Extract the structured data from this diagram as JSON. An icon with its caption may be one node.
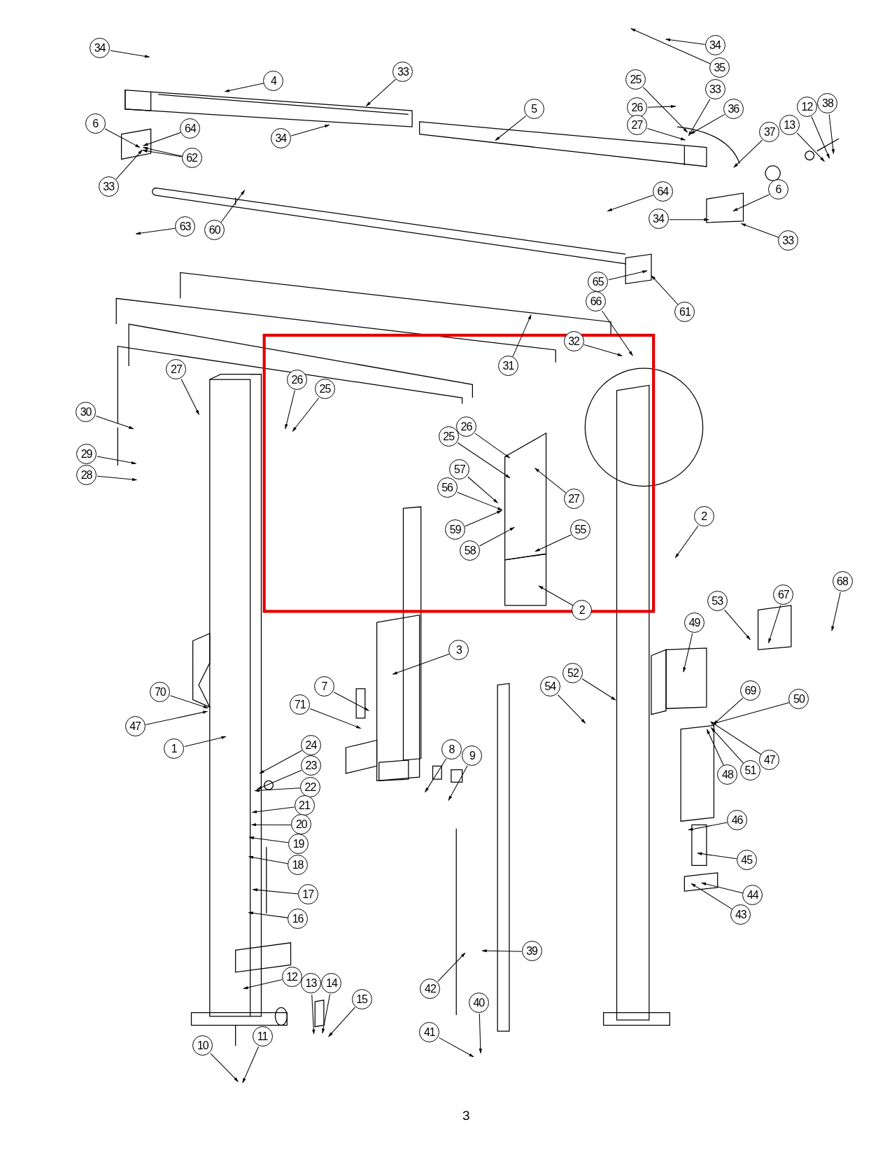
{
  "diagram": {
    "nodes": [
      {
        "text": [
          "34"
        ]
      },
      {
        "text": [
          "4"
        ]
      },
      {
        "text": [
          "33"
        ]
      },
      {
        "text": [
          "25"
        ]
      },
      {
        "text": [
          "34"
        ]
      },
      {
        "text": [
          "35"
        ]
      },
      {
        "text": [
          "33"
        ]
      },
      {
        "text": [
          "6"
        ]
      },
      {
        "text": [
          "64"
        ]
      },
      {
        "text": [
          "62"
        ]
      },
      {
        "text": [
          "26"
        ]
      },
      {
        "text": [
          "5"
        ]
      },
      {
        "text": [
          "36"
        ]
      },
      {
        "text": [
          "34"
        ]
      },
      {
        "text": [
          "27"
        ]
      },
      {
        "text": [
          "37"
        ]
      },
      {
        "text": [
          "13"
        ]
      },
      {
        "text": [
          "12"
        ]
      },
      {
        "text": [
          "38"
        ]
      },
      {
        "text": [
          "33"
        ]
      },
      {
        "text": [
          "64"
        ]
      },
      {
        "text": [
          "6"
        ]
      },
      {
        "text": [
          "63"
        ]
      },
      {
        "text": [
          "60"
        ]
      },
      {
        "text": [
          "34"
        ]
      },
      {
        "text": [
          "33"
        ]
      },
      {
        "text": [
          "65"
        ]
      },
      {
        "text": [
          "66"
        ]
      },
      {
        "text": [
          "61"
        ]
      },
      {
        "text": [
          "32"
        ]
      },
      {
        "text": [
          "31"
        ]
      },
      {
        "text": [
          "27"
        ]
      },
      {
        "text": [
          "26"
        ]
      },
      {
        "text": [
          "25"
        ]
      },
      {
        "text": [
          "30"
        ]
      },
      {
        "text": [
          "26"
        ]
      },
      {
        "text": [
          "25"
        ]
      },
      {
        "text": [
          "29"
        ]
      },
      {
        "text": [
          "28"
        ]
      },
      {
        "text": [
          "57"
        ]
      },
      {
        "text": [
          "56"
        ]
      },
      {
        "text": [
          "27"
        ]
      },
      {
        "text": [
          "2"
        ]
      },
      {
        "text": [
          "59"
        ]
      },
      {
        "text": [
          "55"
        ]
      },
      {
        "text": [
          "58"
        ]
      },
      {
        "text": [
          "2"
        ]
      },
      {
        "text": [
          "53"
        ]
      },
      {
        "text": [
          "67"
        ]
      },
      {
        "text": [
          "68"
        ]
      },
      {
        "text": [
          "49"
        ]
      },
      {
        "text": [
          "3"
        ]
      },
      {
        "text": [
          "52"
        ]
      },
      {
        "text": [
          "54"
        ]
      },
      {
        "text": [
          "69"
        ]
      },
      {
        "text": [
          "70"
        ]
      },
      {
        "text": [
          "7"
        ]
      },
      {
        "text": [
          "50"
        ]
      },
      {
        "text": [
          "71"
        ]
      },
      {
        "text": [
          "47"
        ]
      },
      {
        "text": [
          "47"
        ]
      },
      {
        "text": [
          "1"
        ]
      },
      {
        "text": [
          "48"
        ]
      },
      {
        "text": [
          "51"
        ]
      },
      {
        "text": [
          "8"
        ]
      },
      {
        "text": [
          "9"
        ]
      },
      {
        "text": [
          "24"
        ]
      },
      {
        "text": [
          "23"
        ]
      },
      {
        "text": [
          "22"
        ]
      },
      {
        "text": [
          "21"
        ]
      },
      {
        "text": [
          "20"
        ]
      },
      {
        "text": [
          "19"
        ]
      },
      {
        "text": [
          "46"
        ]
      },
      {
        "text": [
          "18"
        ]
      },
      {
        "text": [
          "45"
        ]
      },
      {
        "text": [
          "17"
        ]
      },
      {
        "text": [
          "44"
        ]
      },
      {
        "text": [
          "16"
        ]
      },
      {
        "text": [
          "43"
        ]
      },
      {
        "text": [
          "39"
        ]
      },
      {
        "text": [
          "12"
        ]
      },
      {
        "text": [
          "13"
        ]
      },
      {
        "text": [
          "14"
        ]
      },
      {
        "text": [
          "15"
        ]
      },
      {
        "text": [
          "42"
        ]
      },
      {
        "text": [
          "40"
        ]
      },
      {
        "text": [
          "11"
        ]
      },
      {
        "text": [
          "41"
        ]
      },
      {
        "text": [
          "10"
        ]
      }
    ],
    "edges": [
      {
        "from": 0,
        "to": null,
        "arrow": "to"
      },
      {
        "from": 1,
        "to": null,
        "arrow": "to"
      },
      {
        "from": 2,
        "to": null,
        "arrow": "to"
      },
      {
        "from": 3,
        "to": null,
        "arrow": "to"
      },
      {
        "from": 4,
        "to": null,
        "arrow": "to"
      },
      {
        "from": 5,
        "to": null,
        "arrow": "to"
      },
      {
        "from": 6,
        "to": null,
        "arrow": "to"
      },
      {
        "from": 7,
        "to": null,
        "arrow": "to"
      },
      {
        "from": 8,
        "to": null,
        "arrow": "to"
      },
      {
        "from": 9,
        "to": null,
        "arrow": "to"
      },
      {
        "from": 10,
        "to": null,
        "arrow": "to"
      },
      {
        "from": 11,
        "to": null,
        "arrow": "to"
      },
      {
        "from": 12,
        "to": null,
        "arrow": "to"
      },
      {
        "from": 13,
        "to": null,
        "arrow": "to"
      },
      {
        "from": 14,
        "to": null,
        "arrow": "to"
      },
      {
        "from": 15,
        "to": null,
        "arrow": "to"
      },
      {
        "from": 16,
        "to": null,
        "arrow": "to"
      },
      {
        "from": 17,
        "to": null,
        "arrow": "to"
      },
      {
        "from": 18,
        "to": null,
        "arrow": "to"
      },
      {
        "from": 19,
        "to": null,
        "arrow": "to"
      },
      {
        "from": 20,
        "to": null,
        "arrow": "to"
      },
      {
        "from": 21,
        "to": null,
        "arrow": "to"
      },
      {
        "from": 22,
        "to": null,
        "arrow": "to"
      },
      {
        "from": 23,
        "to": null,
        "arrow": "to"
      },
      {
        "from": 24,
        "to": null,
        "arrow": "to"
      },
      {
        "from": 25,
        "to": null,
        "arrow": "to"
      },
      {
        "from": 26,
        "to": null,
        "arrow": "to"
      },
      {
        "from": 27,
        "to": null,
        "arrow": "to"
      },
      {
        "from": 28,
        "to": null,
        "arrow": "to"
      },
      {
        "from": 29,
        "to": null,
        "arrow": "to"
      },
      {
        "from": 30,
        "to": null,
        "arrow": "to"
      },
      {
        "from": 31,
        "to": null,
        "arrow": "to"
      },
      {
        "from": 32,
        "to": null,
        "arrow": "to"
      },
      {
        "from": 33,
        "to": null,
        "arrow": "to"
      },
      {
        "from": 34,
        "to": null,
        "arrow": "to"
      },
      {
        "from": 35,
        "to": null,
        "arrow": "to"
      },
      {
        "from": 36,
        "to": null,
        "arrow": "to"
      },
      {
        "from": 37,
        "to": null,
        "arrow": "to"
      },
      {
        "from": 38,
        "to": null,
        "arrow": "to"
      },
      {
        "from": 39,
        "to": null,
        "arrow": "to"
      },
      {
        "from": 40,
        "to": null,
        "arrow": "to"
      },
      {
        "from": 41,
        "to": null,
        "arrow": "to"
      },
      {
        "from": 42,
        "to": null,
        "arrow": "to"
      },
      {
        "from": 43,
        "to": null,
        "arrow": "to"
      },
      {
        "from": 44,
        "to": null,
        "arrow": "to"
      },
      {
        "from": 45,
        "to": null,
        "arrow": "to"
      },
      {
        "from": 46,
        "to": null,
        "arrow": "to"
      },
      {
        "from": 47,
        "to": null,
        "arrow": "to"
      },
      {
        "from": 48,
        "to": null,
        "arrow": "to"
      },
      {
        "from": 49,
        "to": null,
        "arrow": "to"
      },
      {
        "from": 50,
        "to": null,
        "arrow": "to"
      },
      {
        "from": 51,
        "to": null,
        "arrow": "to"
      },
      {
        "from": 52,
        "to": null,
        "arrow": "to"
      },
      {
        "from": 53,
        "to": null,
        "arrow": "to"
      },
      {
        "from": 54,
        "to": null,
        "arrow": "to"
      },
      {
        "from": 55,
        "to": null,
        "arrow": "to"
      },
      {
        "from": 56,
        "to": null,
        "arrow": "to"
      },
      {
        "from": 57,
        "to": null,
        "arrow": "to"
      },
      {
        "from": 58,
        "to": null,
        "arrow": "to"
      },
      {
        "from": 59,
        "to": null,
        "arrow": "to"
      },
      {
        "from": 60,
        "to": null,
        "arrow": "to"
      },
      {
        "from": 61,
        "to": null,
        "arrow": "to"
      },
      {
        "from": 62,
        "to": null,
        "arrow": "to"
      },
      {
        "from": 63,
        "to": null,
        "arrow": "to"
      },
      {
        "from": 64,
        "to": null,
        "arrow": "to"
      },
      {
        "from": 65,
        "to": null,
        "arrow": "to"
      },
      {
        "from": 66,
        "to": null,
        "arrow": "to"
      },
      {
        "from": 67,
        "to": null,
        "arrow": "to"
      },
      {
        "from": 68,
        "to": null,
        "arrow": "to"
      },
      {
        "from": 69,
        "to": null,
        "arrow": "to"
      },
      {
        "from": 70,
        "to": null,
        "arrow": "to"
      },
      {
        "from": 71,
        "to": null,
        "arrow": "to"
      },
      {
        "from": 72,
        "to": null,
        "arrow": "to"
      },
      {
        "from": 73,
        "to": null,
        "arrow": "to"
      },
      {
        "from": 74,
        "to": null,
        "arrow": "to"
      },
      {
        "from": 75,
        "to": null,
        "arrow": "to"
      },
      {
        "from": 76,
        "to": null,
        "arrow": "to"
      },
      {
        "from": 77,
        "to": null,
        "arrow": "to"
      },
      {
        "from": 78,
        "to": null,
        "arrow": "to"
      },
      {
        "from": 79,
        "to": null,
        "arrow": "to"
      },
      {
        "from": 80,
        "to": null,
        "arrow": "to"
      },
      {
        "from": 81,
        "to": null,
        "arrow": "to"
      },
      {
        "from": 82,
        "to": null,
        "arrow": "to"
      },
      {
        "from": 83,
        "to": null,
        "arrow": "to"
      },
      {
        "from": 84,
        "to": null,
        "arrow": "to"
      },
      {
        "from": 85,
        "to": null,
        "arrow": "to"
      },
      {
        "from": 86,
        "to": null,
        "arrow": "to"
      },
      {
        "from": 87,
        "to": null,
        "arrow": "to"
      },
      {
        "from": 88,
        "to": null,
        "arrow": "to"
      },
      {
        "from": 9,
        "to": null,
        "arrow": "to"
      }
    ],
    "labels": [
      "3"
    ]
  }
}
